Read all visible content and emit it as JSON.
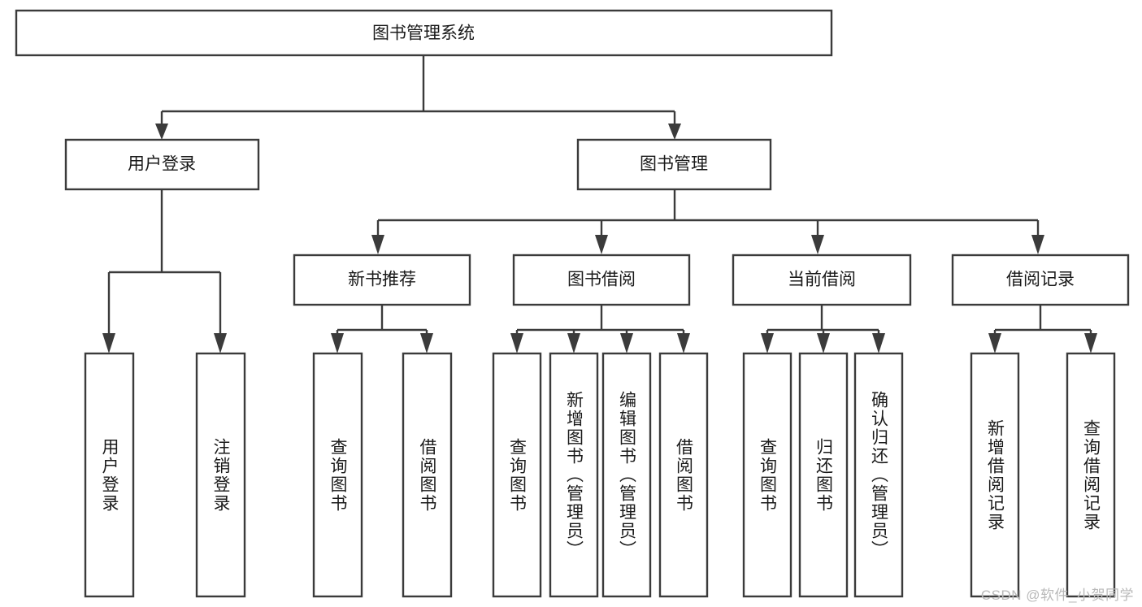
{
  "diagram": {
    "title": "图书管理系统",
    "type": "tree-hierarchy-chart",
    "root": {
      "label": "图书管理系统"
    },
    "level2": [
      {
        "label": "用户登录"
      },
      {
        "label": "图书管理"
      }
    ],
    "level3": [
      {
        "label": "新书推荐"
      },
      {
        "label": "图书借阅"
      },
      {
        "label": "当前借阅"
      },
      {
        "label": "借阅记录"
      }
    ],
    "leaves": {
      "user_login": [
        {
          "label": "用户登录"
        },
        {
          "label": "注销登录"
        }
      ],
      "new_book_recommend": [
        {
          "label": "查询图书"
        },
        {
          "label": "借阅图书"
        }
      ],
      "book_borrow": [
        {
          "label": "查询图书"
        },
        {
          "label": "新增图书（管理员）"
        },
        {
          "label": "编辑图书（管理员）"
        },
        {
          "label": "借阅图书"
        }
      ],
      "current_borrow": [
        {
          "label": "查询图书"
        },
        {
          "label": "归还图书"
        },
        {
          "label": "确认归还（管理员）"
        }
      ],
      "borrow_record": [
        {
          "label": "新增借阅记录"
        },
        {
          "label": "查询借阅记录"
        }
      ]
    },
    "colors": {
      "background": "#ffffff",
      "box_fill": "#ffffff",
      "box_stroke": "#3b3b3b",
      "text": "#1a1a1a",
      "watermark": "#b9b9b9"
    }
  },
  "watermark": {
    "text": "CSDN @软件_小贺同学"
  }
}
